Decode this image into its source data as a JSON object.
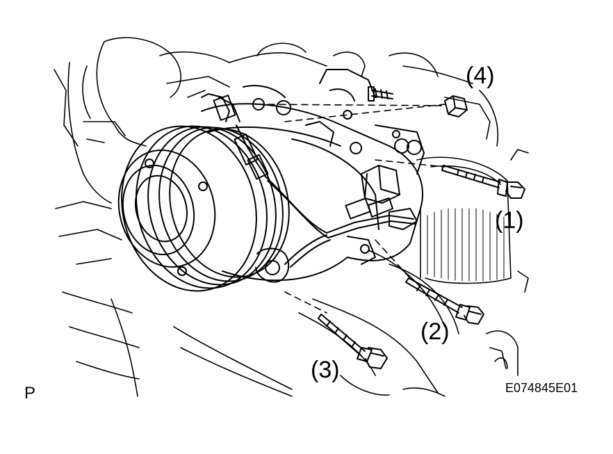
{
  "callouts": {
    "bolt_1": "(1)",
    "bolt_2": "(2)",
    "bolt_3": "(3)",
    "nut_4": "(4)"
  },
  "corner_mark": "P",
  "figure_id": "E074845E01",
  "colors": {
    "line": "#000000",
    "background": "#ffffff"
  },
  "icons": [
    "compressor-pulley-icon",
    "bolt-icon",
    "nut-icon",
    "connector-icon"
  ]
}
